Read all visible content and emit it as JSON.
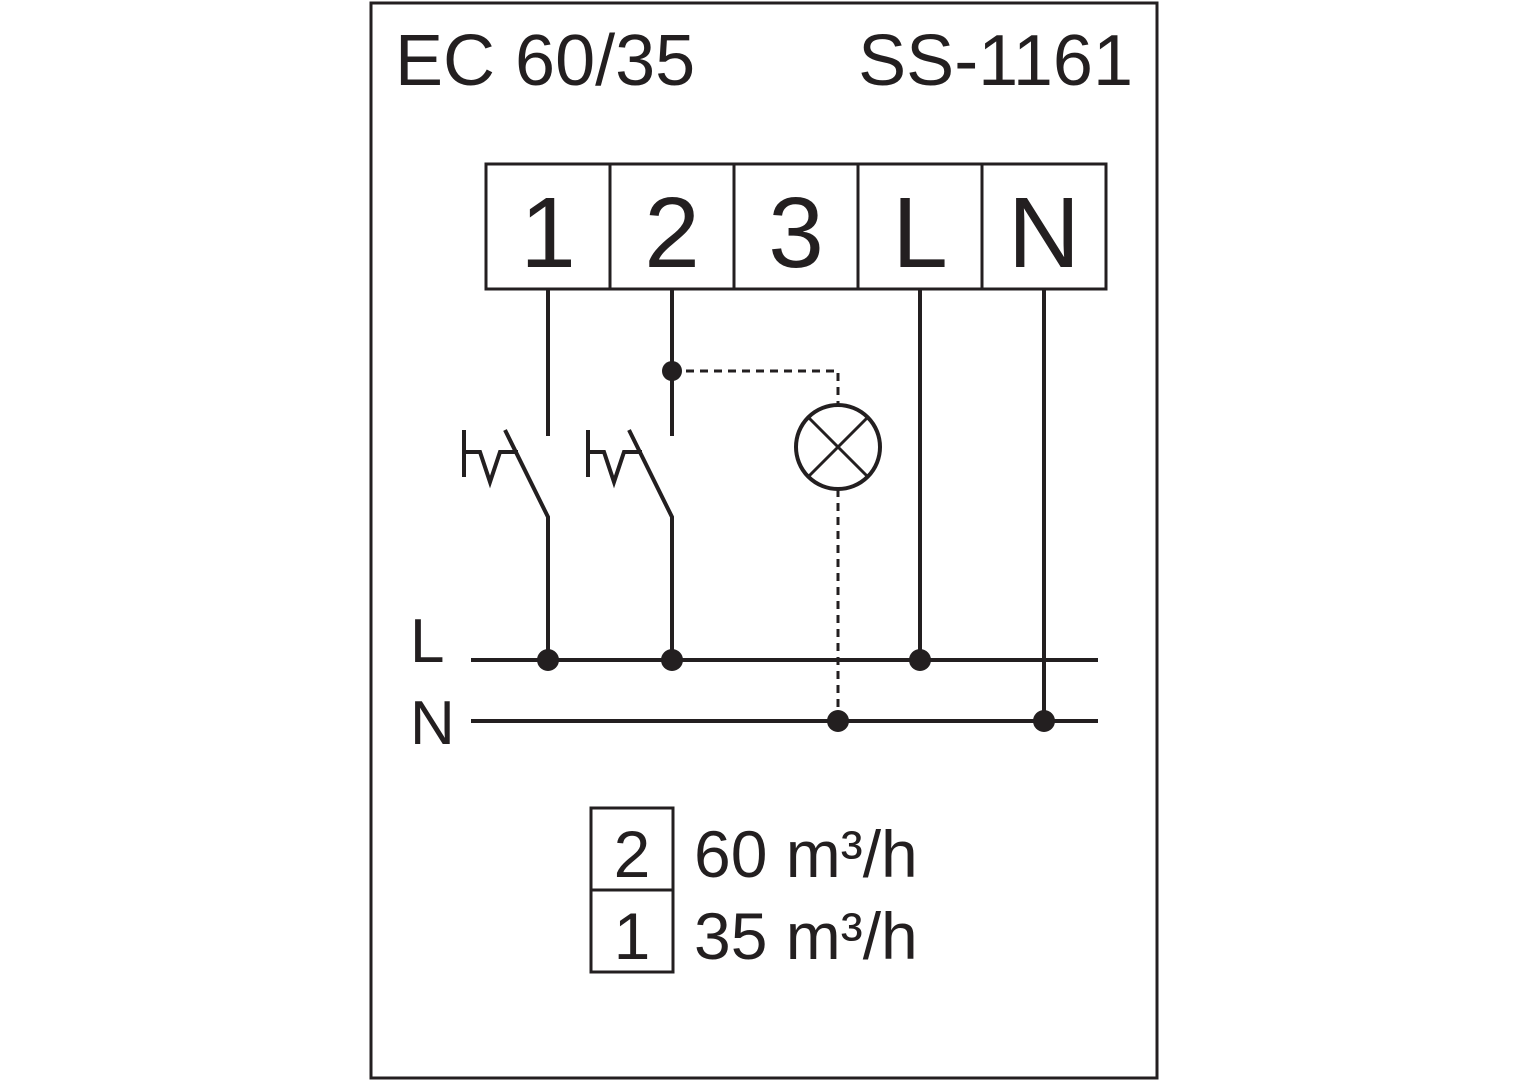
{
  "header": {
    "model": "EC 60/35",
    "code": "SS-1161"
  },
  "terminals": [
    "1",
    "2",
    "3",
    "L",
    "N"
  ],
  "bus_labels": {
    "live": "L",
    "neutral": "N"
  },
  "legend": [
    {
      "key": "2",
      "value": "60 m³/h"
    },
    {
      "key": "1",
      "value": "35 m³/h"
    }
  ],
  "colors": {
    "ink": "#231f20",
    "background": "#ffffff"
  }
}
